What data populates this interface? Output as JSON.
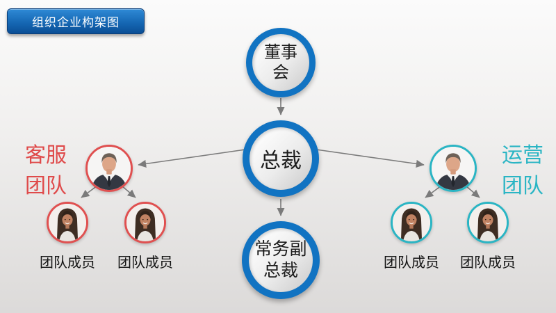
{
  "slide": {
    "title_badge": "组织企业构架图"
  },
  "nodes": {
    "board": {
      "lines": [
        "董事",
        "会"
      ]
    },
    "president": {
      "label": "总裁"
    },
    "evp": {
      "lines": [
        "常务副",
        "总裁"
      ]
    }
  },
  "teams": {
    "left": {
      "name_lines": [
        "客服",
        "团队"
      ],
      "accent_color": "#df4a4a",
      "manager_icon": "man-portrait",
      "members": [
        {
          "label": "团队成员",
          "icon": "woman-portrait"
        },
        {
          "label": "团队成员",
          "icon": "woman-portrait"
        }
      ]
    },
    "right": {
      "name_lines": [
        "运营",
        "团队"
      ],
      "accent_color": "#2ab5c4",
      "manager_icon": "man-portrait",
      "members": [
        {
          "label": "团队成员",
          "icon": "woman-portrait"
        },
        {
          "label": "团队成员",
          "icon": "woman-portrait"
        }
      ]
    }
  },
  "colors": {
    "node_ring_blue": "#1173c2",
    "node_inner_light": "#ffffff",
    "node_inner_dark": "#c9c9c9",
    "arrow_gray": "#7b7b7b",
    "badge_blue_top": "#2f8ad6",
    "badge_blue_bottom": "#0a4e95",
    "team_left_red": "#df4a4a",
    "team_right_teal": "#2ab5c4",
    "background_top": "#fbfbfb",
    "background_bottom": "#dcdad9"
  }
}
